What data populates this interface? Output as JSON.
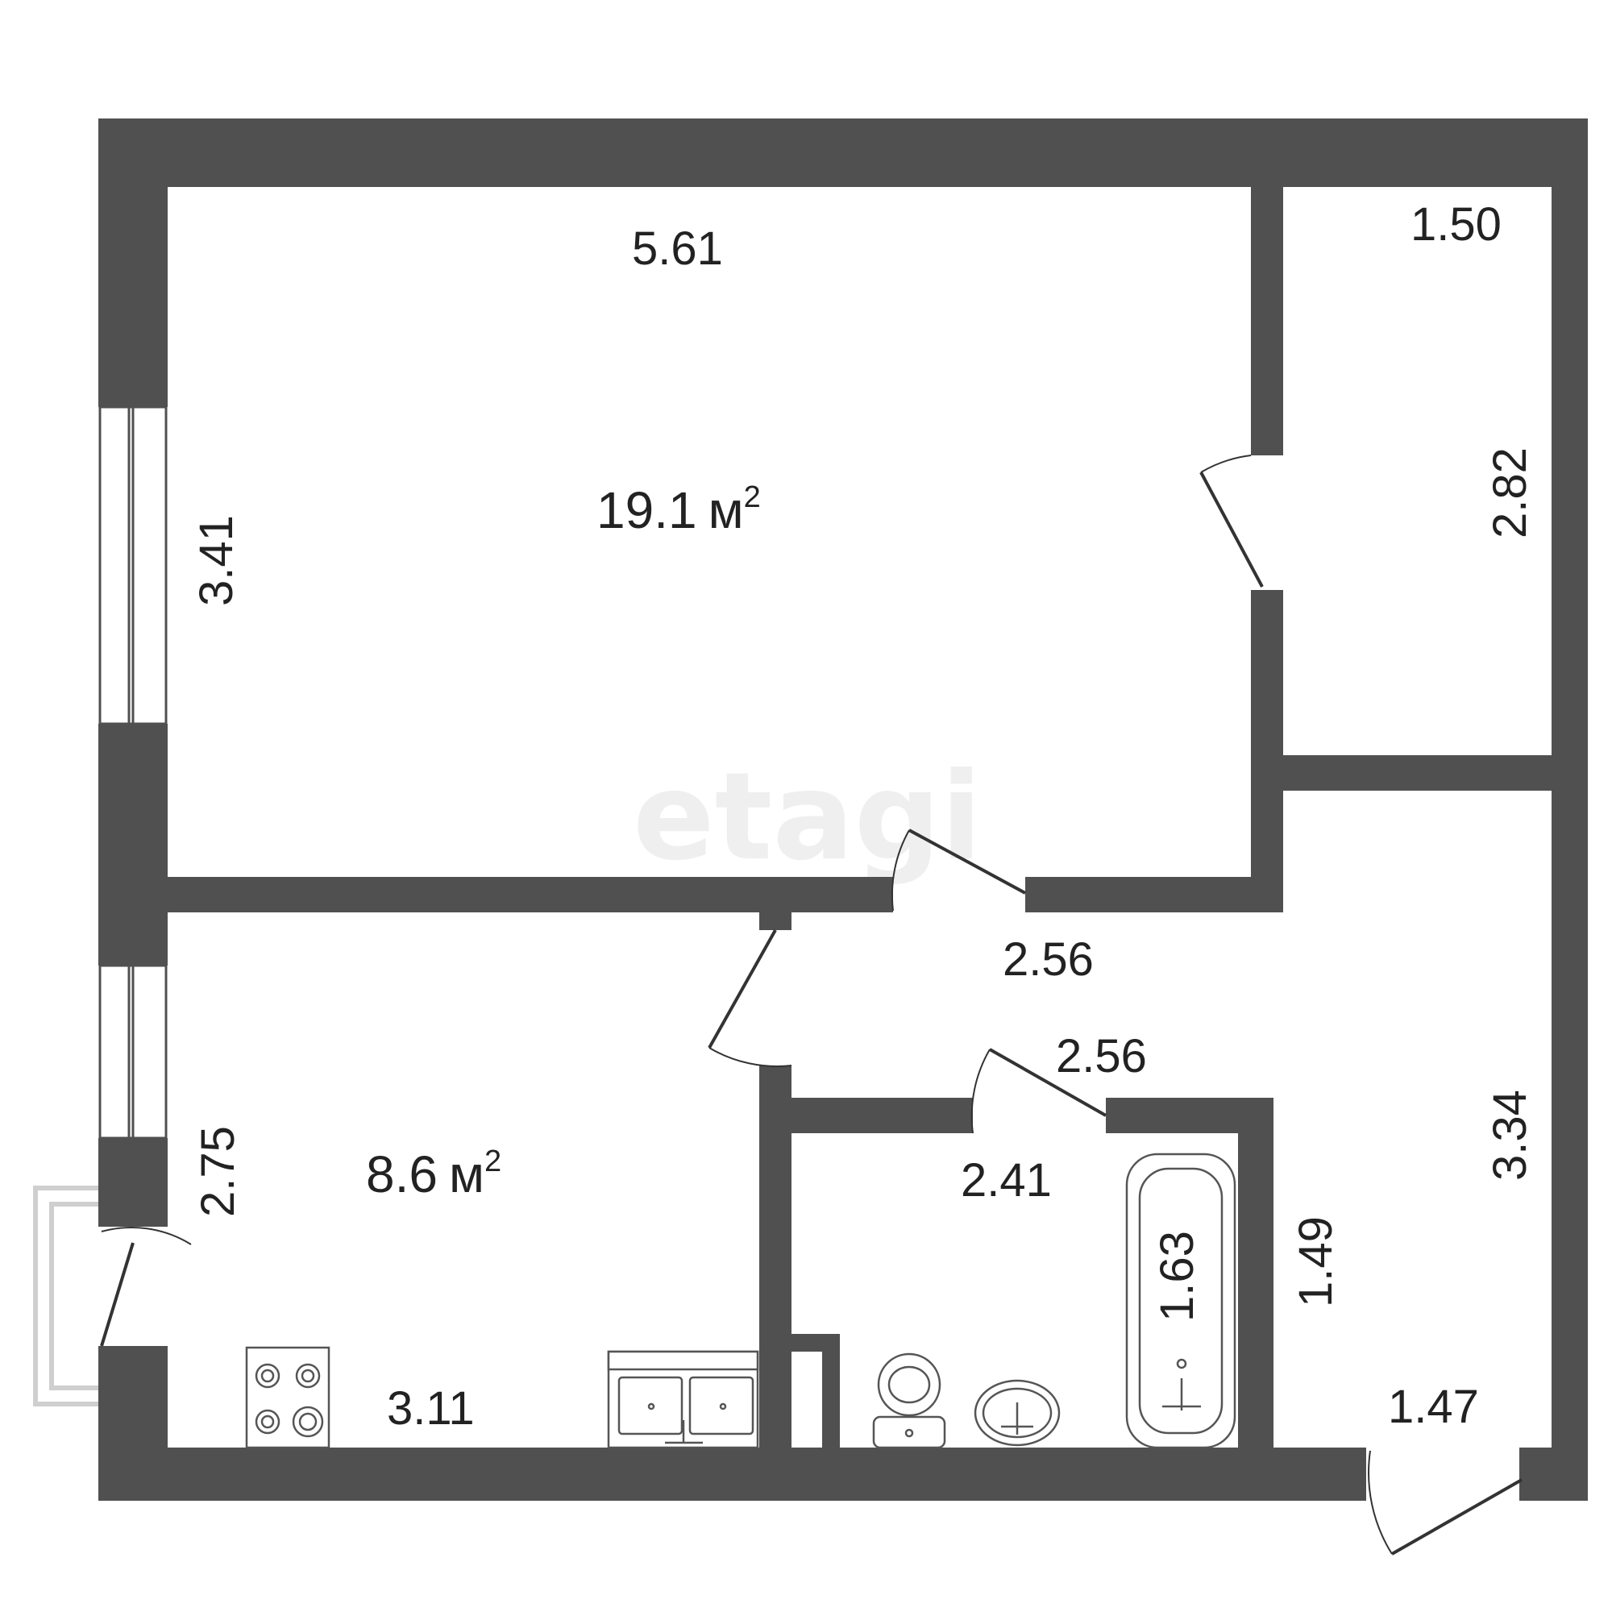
{
  "plan": {
    "watermark": "etagi",
    "area_unit": "м",
    "area_superscript": "2",
    "rooms": [
      {
        "name": "room",
        "area": "19.1"
      },
      {
        "name": "kitchen",
        "area": "8.6"
      }
    ],
    "dimensions": {
      "room_width": "5.61",
      "room_height": "3.41",
      "closet_width": "1.50",
      "closet_height": "2.82",
      "corridor_width_top": "2.56",
      "corridor_width_mid": "2.56",
      "hall_height": "3.34",
      "hall_width": "1.47",
      "kitchen_height": "2.75",
      "kitchen_width": "3.11",
      "bath_width": "2.41",
      "bath_height": "1.49",
      "tub_length": "1.63"
    },
    "colors": {
      "wall": "#505050",
      "background": "#ffffff",
      "text": "#222222",
      "watermark": "#efefef"
    }
  }
}
